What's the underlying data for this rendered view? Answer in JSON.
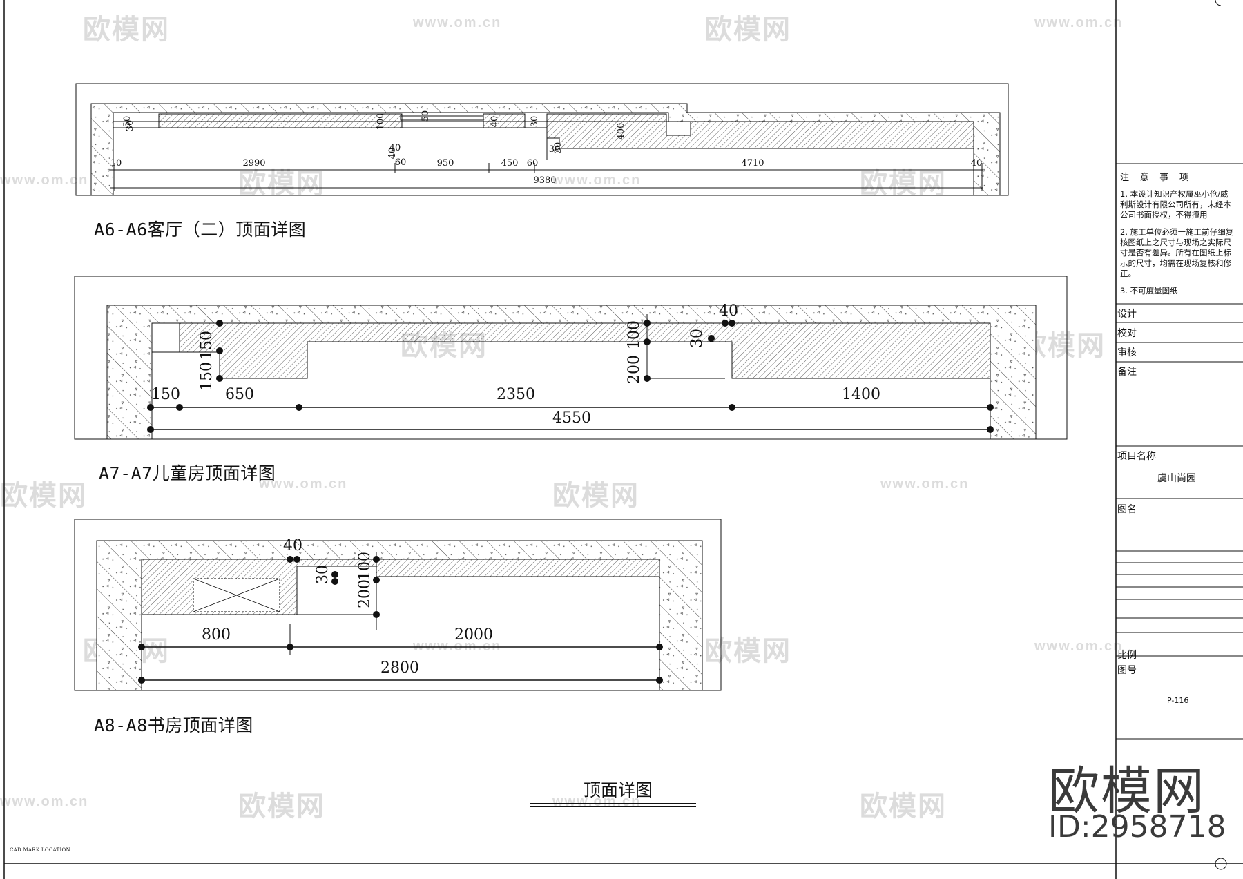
{
  "drawings": [
    {
      "title": "A6-A6客厅（二）顶面详图",
      "dimensions": [
        "10",
        "2990",
        "950",
        "450",
        "60",
        "4710",
        "40",
        "9380",
        "40",
        "60",
        "100",
        "50",
        "30",
        "50",
        "40",
        "30",
        "400",
        "30",
        "40",
        "30"
      ]
    },
    {
      "title": "A7-A7儿童房顶面详图",
      "dimensions": [
        "150",
        "650",
        "2350",
        "1400",
        "4550",
        "150",
        "150",
        "200",
        "100",
        "30",
        "40"
      ]
    },
    {
      "title": "A8-A8书房顶面详图",
      "dimensions": [
        "800",
        "2000",
        "2800",
        "40",
        "30",
        "200",
        "100"
      ]
    }
  ],
  "sheet": {
    "title": "顶面详图",
    "cad_note": "CAD MARK LOCATION"
  },
  "title_block": {
    "notes_heading": "注 意 事 项",
    "notes": [
      "1. 本设计知识产权属巫小伧/威利斯設计有限公司所有，未经本公司书面授权，不得擅用",
      "2. 施工单位必须于施工前仔细复核图纸上之尺寸与现场之实际尺寸是否有差异。所有在图纸上标示的尺寸，均需在现场复核和修正。",
      "3. 不可度量图纸"
    ],
    "design_label": "设计",
    "check_label": "校对",
    "review_label": "审核",
    "remarks_label": "备注",
    "project_name_label": "项目名称",
    "project_name": "虞山尚园",
    "drawing_name_label": "图名",
    "scale_label": "比例",
    "drawing_no_label": "图号",
    "drawing_no": "P-116"
  },
  "watermark": {
    "brand": "欧模网",
    "url": "www.om.cn",
    "id": "ID:2958718"
  }
}
